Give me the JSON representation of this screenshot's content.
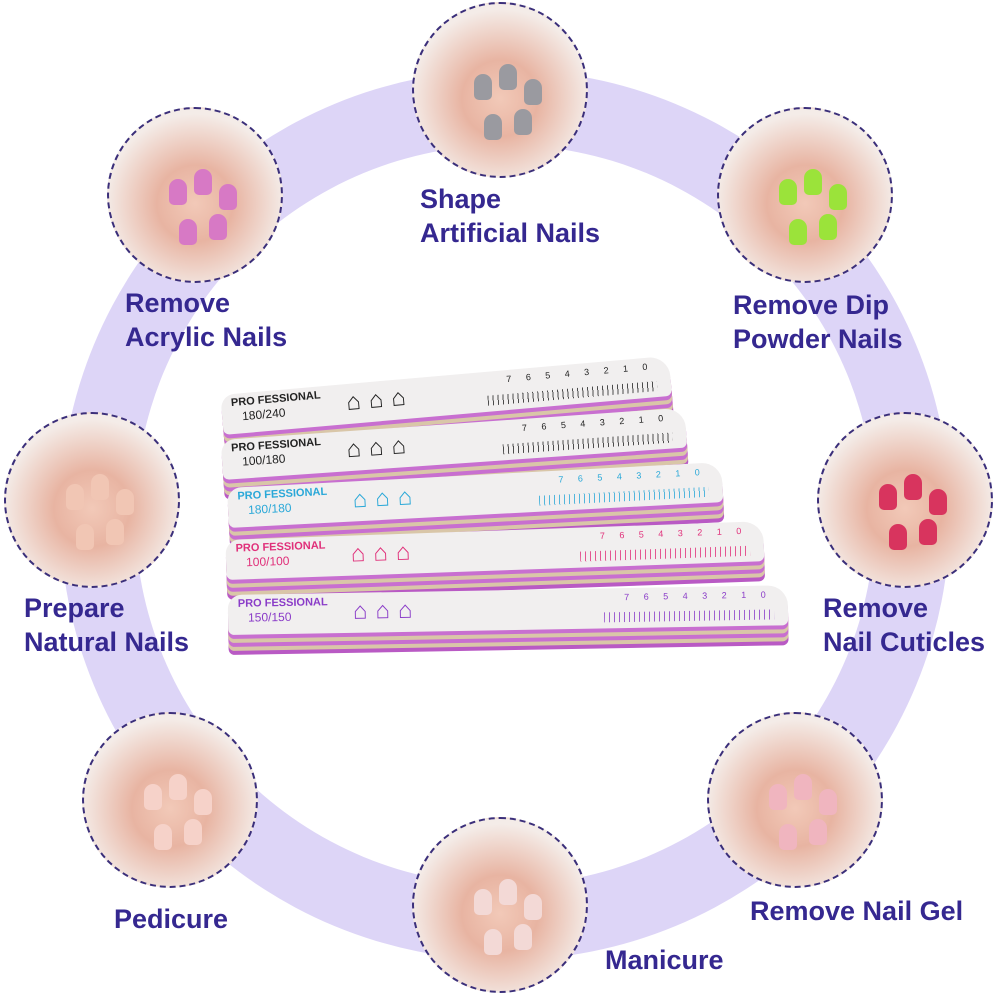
{
  "colors": {
    "ring": "#ddd5f7",
    "label": "#352890",
    "photo_border": "#3b2f7a"
  },
  "uses": [
    {
      "line1": "Shape",
      "line2": "Artificial Nails",
      "polish": "#9a9aa0"
    },
    {
      "line1": "Remove",
      "line2": "Acrylic Nails",
      "polish": "#d779c5"
    },
    {
      "line1": "Remove Dip",
      "line2": "Powder Nails",
      "polish": "#9be33a"
    },
    {
      "line1": "Prepare",
      "line2": "Natural Nails",
      "polish": "#f1c6b4"
    },
    {
      "line1": "Remove",
      "line2": "Nail Cuticles",
      "polish": "#d8345e"
    },
    {
      "line1": "Pedicure",
      "line2": "",
      "polish": "#f6d2c9"
    },
    {
      "line1": "Manicure",
      "line2": "",
      "polish": "#f3d9d6"
    },
    {
      "line1": "Remove Nail Gel",
      "line2": "",
      "polish": "#f0b5bf"
    }
  ],
  "files": [
    {
      "brand": "PRO FESSIONAL",
      "grit": "180/240",
      "color": "#222222"
    },
    {
      "brand": "PRO FESSIONAL",
      "grit": "100/180",
      "color": "#222222"
    },
    {
      "brand": "PRO FESSIONAL",
      "grit": "180/180",
      "color": "#2aa8d8"
    },
    {
      "brand": "PRO FESSIONAL",
      "grit": "100/100",
      "color": "#e0307a"
    },
    {
      "brand": "PRO FESSIONAL",
      "grit": "150/150",
      "color": "#8a3cc8"
    }
  ],
  "ruler_numbers": "7 6 5 4 3 2 1 0"
}
